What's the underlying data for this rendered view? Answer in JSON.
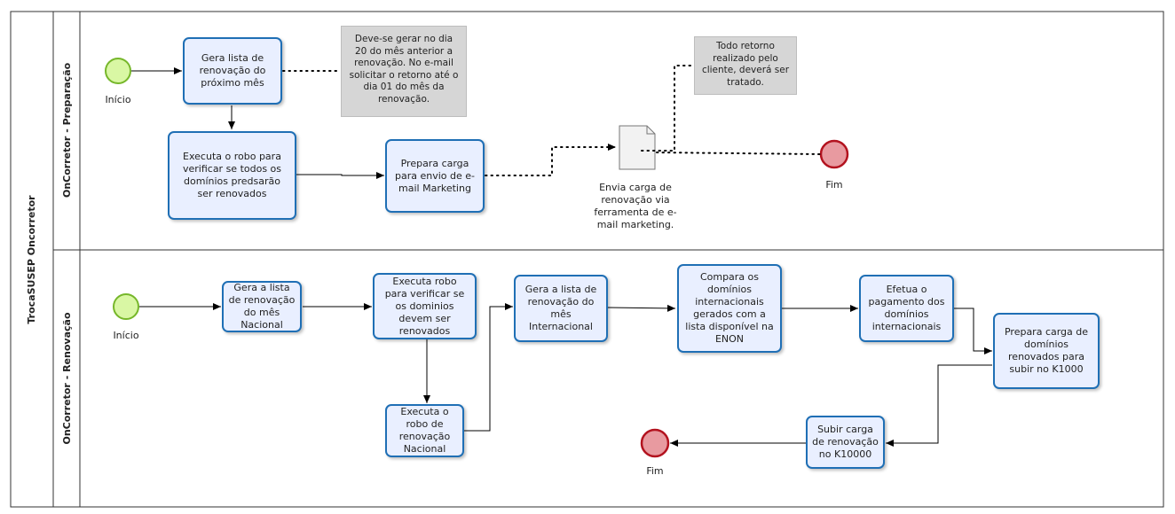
{
  "pool": {
    "title": "TrocaSUSEP Oncorretor"
  },
  "lanes": [
    {
      "title": "OnCorretor - Preparação"
    },
    {
      "title": "OnCorretor - Renovação"
    }
  ],
  "preparacao": {
    "start_label": "Início",
    "task_gera_lista": "Gera lista de renovação do próximo mês",
    "task_executa_robo": "Executa o robo para verificar se todos os domínios predsarão ser renovados",
    "task_prepara_carga": "Prepara carga para envio de e-mail Marketing",
    "note_dia20": "Deve-se gerar no dia 20 do mês anterior a renovação. No e-mail solicitar o retorno até o dia 01 do mês da renovação.",
    "document_label": "Envia carga de renovação via ferramenta de e-mail marketing.",
    "note_retorno": "Todo retorno realizado pelo cliente, deverá ser tratado.",
    "end_label": "Fim"
  },
  "renovacao": {
    "start_label": "Início",
    "task_gera_nacional": "Gera a lista de renovação do mês Nacional",
    "task_executa_robo": "Executa robo para verificar se os dominios devem ser renovados",
    "task_robo_nacional": "Executa o robo de renovação Nacional",
    "task_gera_internacional": "Gera a lista de renovação do mês Internacional",
    "task_compara": "Compara os domínios internacionais gerados com a lista disponível na ENON",
    "task_pagamento": "Efetua o pagamento dos domínios internacionais",
    "task_prepara_k1000": "Prepara carga de domínios renovados para subir no K1000",
    "task_subir": "Subir carga de renovação no K10000",
    "end_label": "Fim"
  },
  "colors": {
    "start_fill": "#d9f7a4",
    "start_stroke": "#76b72a",
    "end_fill": "#e89aa0",
    "end_stroke": "#b3131f",
    "task_fill": "#e9efff",
    "task_stroke": "#1f6fb5",
    "note_fill": "#d6d6d6"
  }
}
